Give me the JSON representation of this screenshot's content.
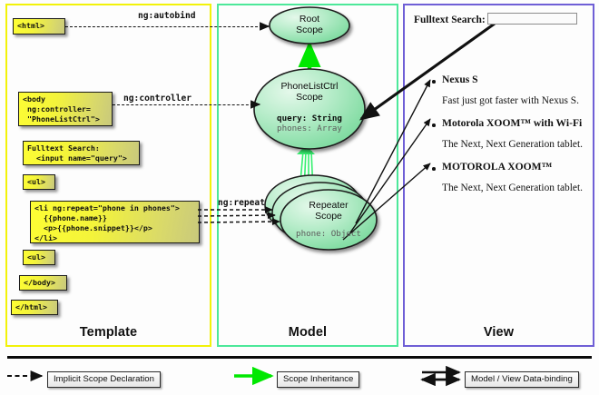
{
  "panels": {
    "template": {
      "label": "Template",
      "border_color": "#f2f209"
    },
    "model": {
      "label": "Model",
      "border_color": "#4de89a"
    },
    "view": {
      "label": "View",
      "border_color": "#6f5fd6"
    }
  },
  "template_code_boxes": [
    {
      "id": "html-open",
      "text": "<html>"
    },
    {
      "id": "body-open",
      "text": "<body\n ng:controller=\n \"PhoneListCtrl\">"
    },
    {
      "id": "search",
      "text": "Fulltext Search:\n  <input name=\"query\">"
    },
    {
      "id": "ul-open",
      "text": "<ul>"
    },
    {
      "id": "li-repeat",
      "text": "<li ng:repeat=\"phone in phones\">\n  {{phone.name}}\n  <p>{{phone.snippet}}</p>\n</li>"
    },
    {
      "id": "ul-close",
      "text": "<ul>"
    },
    {
      "id": "body-close",
      "text": "</body>"
    },
    {
      "id": "html-close",
      "text": "</html>"
    }
  ],
  "connector_labels": [
    {
      "id": "autobind",
      "text": "ng:autobind"
    },
    {
      "id": "controller",
      "text": "ng:controller"
    },
    {
      "id": "repeat",
      "text": "ng:repeat"
    }
  ],
  "scopes": [
    {
      "id": "root-scope",
      "title_line1": "Root",
      "title_line2": "Scope",
      "properties": []
    },
    {
      "id": "phonelistctrl-scope",
      "title_line1": "PhoneListCtrl",
      "title_line2": "Scope",
      "properties": [
        {
          "text": "query: String",
          "style": "bold"
        },
        {
          "text": "phones: Array",
          "style": "dim"
        }
      ]
    },
    {
      "id": "repeater-scope",
      "title_line1": "Repeater",
      "title_line2": "Scope",
      "properties": [
        {
          "text": "phone: Object",
          "style": "dim"
        }
      ]
    }
  ],
  "view": {
    "search_label": "Fulltext Search:",
    "search_value": "",
    "search_placeholder": "",
    "items": [
      {
        "name": "Nexus S",
        "snippet": "Fast just got faster with Nexus S."
      },
      {
        "name": "Motorola XOOM™  with Wi-Fi",
        "snippet": "The Next, Next Generation tablet."
      },
      {
        "name": "MOTOROLA XOOM™",
        "snippet": "The Next, Next Generation tablet."
      }
    ]
  },
  "legend": [
    {
      "id": "implicit-scope-declaration",
      "label": "Implicit Scope Declaration",
      "marker": "dashed-arrow",
      "color": "#111111"
    },
    {
      "id": "scope-inheritance",
      "label": "Scope Inheritance",
      "marker": "green-arrow",
      "color": "#00e800"
    },
    {
      "id": "model-view-data-binding",
      "label": "Model / View Data-binding",
      "marker": "double-arrow",
      "color": "#111111"
    }
  ],
  "colors": {
    "scope_fill_light": "#d9f5e2",
    "scope_fill_mid": "#8fe0ac",
    "scope_stroke": "#1e1e1e",
    "inheritance_green": "#00e800",
    "codebox_yellow": "#fdfd34",
    "codebox_olive": "#c9c97c"
  }
}
